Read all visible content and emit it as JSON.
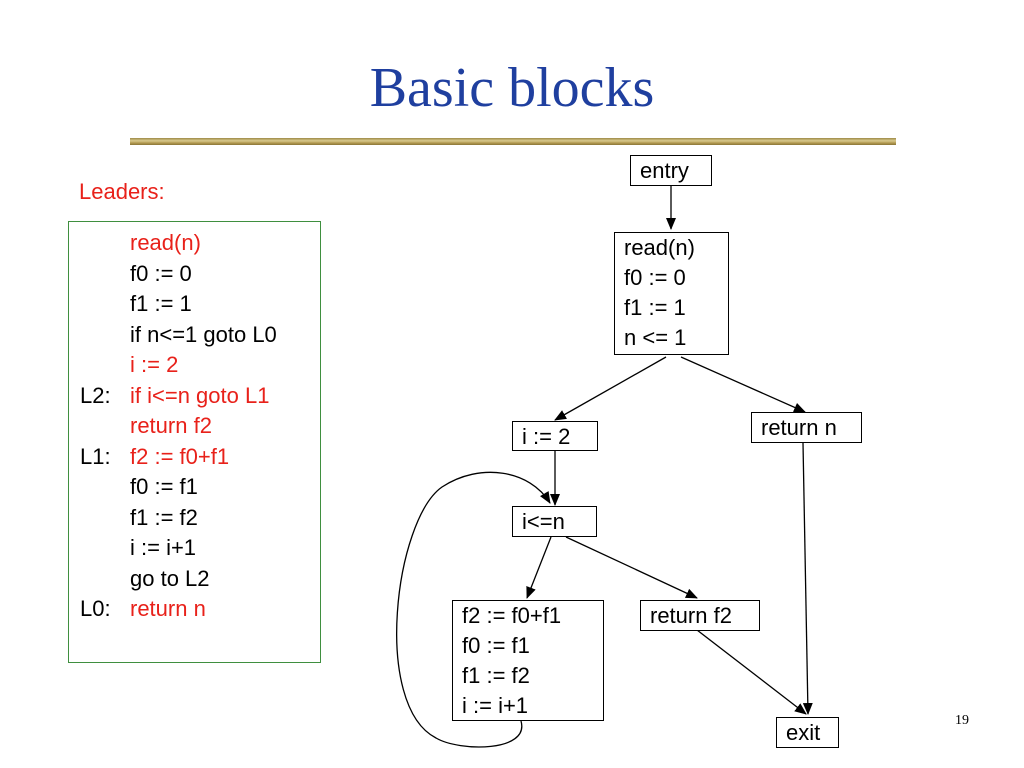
{
  "slide": {
    "title": "Basic blocks",
    "page_number": "19"
  },
  "leaders": {
    "label": "Leaders:",
    "lines": [
      {
        "label": "",
        "text": "read(n)",
        "leader": true
      },
      {
        "label": "",
        "text": "f0 := 0",
        "leader": false
      },
      {
        "label": "",
        "text": "f1 := 1",
        "leader": false
      },
      {
        "label": "",
        "text": "if n<=1 goto L0",
        "leader": false
      },
      {
        "label": "",
        "text": "i := 2",
        "leader": true
      },
      {
        "label": "L2:",
        "text": "if i<=n goto L1",
        "leader": true
      },
      {
        "label": "",
        "text": "return f2",
        "leader": true
      },
      {
        "label": "L1:",
        "text": "f2 := f0+f1",
        "leader": true
      },
      {
        "label": "",
        "text": "f0 := f1",
        "leader": false
      },
      {
        "label": "",
        "text": "f1 := f2",
        "leader": false
      },
      {
        "label": "",
        "text": "i := i+1",
        "leader": false
      },
      {
        "label": "",
        "text": "go to L2",
        "leader": false
      },
      {
        "label": "L0:",
        "text": "return n",
        "leader": true
      }
    ]
  },
  "colors": {
    "title": "#1f3f9f",
    "leader_text": "#e8211a",
    "code_box_border": "#3f8f3f",
    "rule": "#b39a52"
  },
  "flowgraph": {
    "nodes": {
      "entry": [
        "entry"
      ],
      "block1": [
        "read(n)",
        "f0 := 0",
        "f1 := 1",
        "n <= 1"
      ],
      "assign_i": [
        "i := 2"
      ],
      "return_n": [
        "return n"
      ],
      "test": [
        "i<=n"
      ],
      "loop_body": [
        "f2 := f0+f1",
        "f0 := f1",
        "f1 := f2",
        "i := i+1"
      ],
      "return_f2": [
        "return f2"
      ],
      "exit": [
        "exit"
      ]
    },
    "edges": [
      [
        "entry",
        "block1"
      ],
      [
        "block1",
        "assign_i"
      ],
      [
        "block1",
        "return_n"
      ],
      [
        "assign_i",
        "test"
      ],
      [
        "test",
        "loop_body"
      ],
      [
        "test",
        "return_f2"
      ],
      [
        "loop_body",
        "test"
      ],
      [
        "return_f2",
        "exit"
      ],
      [
        "return_n",
        "exit"
      ]
    ]
  }
}
